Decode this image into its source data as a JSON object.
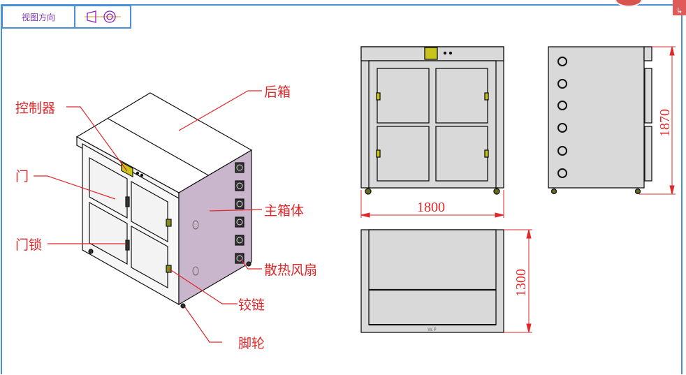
{
  "viewer": {
    "view_direction_label": "视图方向",
    "view_symbol_icon": "first-angle-projection-icon",
    "corner_button_icon": "return-arrow-icon"
  },
  "colors": {
    "frame": "#4a90d9",
    "callout": "#e0272a",
    "body_side": "#c9b6cc",
    "panel": "#d9d9d9",
    "controller": "#c8c41a"
  },
  "callouts": {
    "controller": "控制器",
    "rear_box": "后箱",
    "door": "门",
    "main_body": "主箱体",
    "door_lock": "门锁",
    "cooling_fan": "散热风扇",
    "hinge": "铰链",
    "caster": "脚轮"
  },
  "dimensions": {
    "width": "1800",
    "height": "1870",
    "depth": "1300"
  },
  "top_view_label": "W.P"
}
